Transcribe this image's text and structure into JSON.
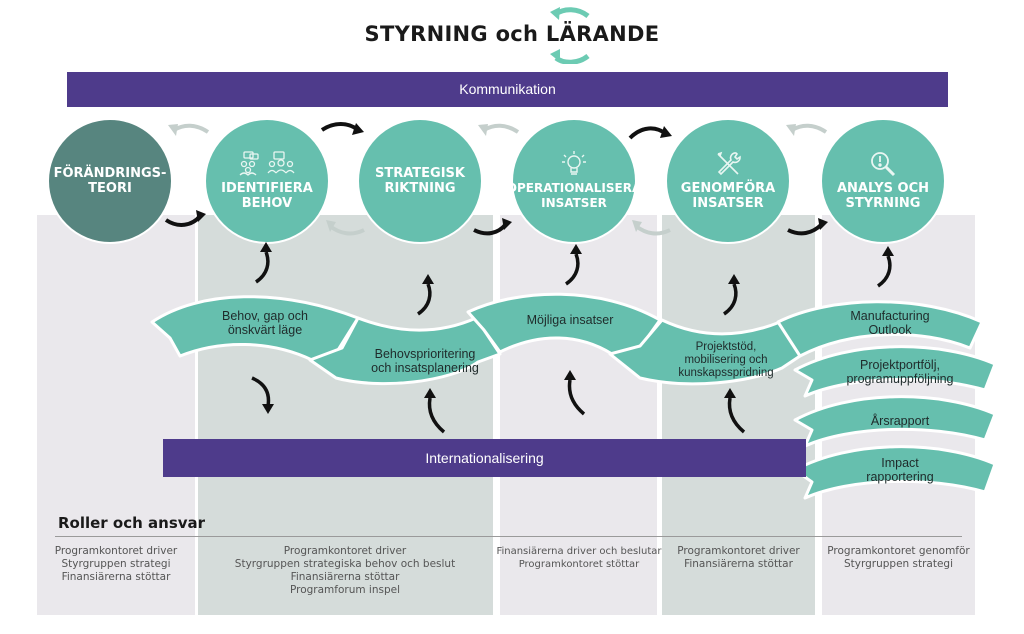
{
  "header": {
    "title": "STYRNING och LÄRANDE",
    "cycle_icon": "circular-arrows-icon"
  },
  "bars": {
    "top": "Kommunikation",
    "bottom": "Internationalisering"
  },
  "colors": {
    "purple_bar": "#4e3b8b",
    "teal": "#66bfae",
    "dark_teal": "#57857f",
    "column_light": "#eae8ec",
    "column_dark": "#d5dcda"
  },
  "stages": [
    {
      "id": "teori",
      "label": "FÖRÄNDRINGS-\nTEORI",
      "icon": ""
    },
    {
      "id": "identifiera",
      "label": "IDENTIFIERA\nBEHOV",
      "icon": "people-discussion-icon"
    },
    {
      "id": "strategisk",
      "label": "STRATEGISK\nRIKTNING",
      "icon": ""
    },
    {
      "id": "operationalisera",
      "label": "OPERATIONALISERA\nINSATSER",
      "icon": "lightbulb-icon"
    },
    {
      "id": "genomfora",
      "label": "GENOMFÖRA\nINSATSER",
      "icon": "tools-icon"
    },
    {
      "id": "analys",
      "label": "ANALYS OCH\nSTYRNING",
      "icon": "magnifier-alert-icon"
    }
  ],
  "blades": [
    {
      "label": "Behov, gap och\nönskvärt läge"
    },
    {
      "label": "Behovsprioritering\noch insatsplanering"
    },
    {
      "label": "Möjliga insatser"
    },
    {
      "label": "Projektstöd,\nmobilisering och\nkunskapsspridning"
    },
    {
      "label": "Manufacturing\nOutlook"
    },
    {
      "label": "Projektportfölj,\nprogramuppföljning"
    },
    {
      "label": "Årsrapport"
    },
    {
      "label": "Impact\nrapportering"
    }
  ],
  "roles": {
    "title": "Roller och ansvar",
    "columns": [
      "Programkontoret driver\nStyrgruppen strategi\nFinansiärerna stöttar",
      "Programkontoret driver\nStyrgruppen strategiska behov och beslut\nFinansiärerna stöttar\nProgramforum inspel",
      "Finansiärerna driver och beslutar\nProgramkontoret stöttar",
      "Programkontoret driver\nFinansiärerna stöttar",
      "Programkontoret genomför\nStyrgruppen strategi"
    ]
  }
}
